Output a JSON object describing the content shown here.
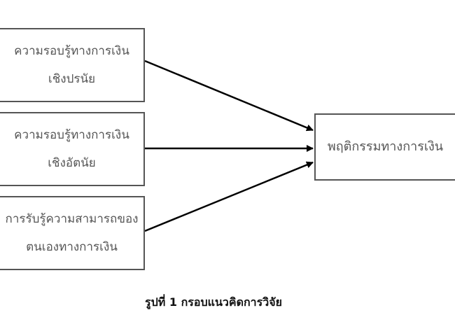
{
  "inputs": [
    {
      "line1": "ความรอบรู้ทางการเงิน",
      "line2": "เชิงปรนัย"
    },
    {
      "line1": "ความรอบรู้ทางการเงิน",
      "line2": "เชิงอัตนัย"
    },
    {
      "line1": "การรับรู้ความสามารถของ",
      "line2": "ตนเองทางการเงิน"
    }
  ],
  "output": "พฤติกรรมทางการเงิน",
  "caption": "รูปที่ 1 กรอบแนวคิดการวิจัย"
}
